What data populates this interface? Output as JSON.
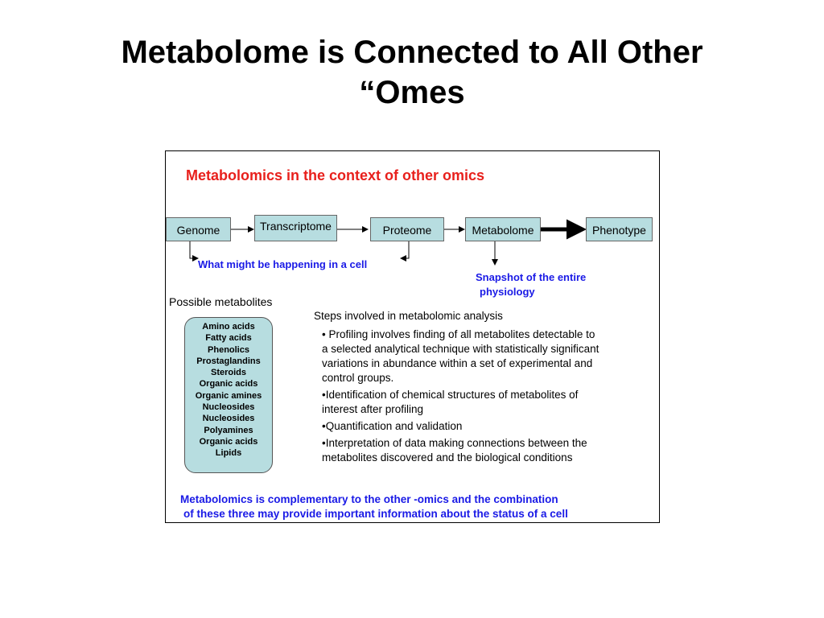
{
  "slide": {
    "title_line1": "Metabolome is Connected to All Other",
    "title_line2": "“Omes"
  },
  "figure": {
    "title": "Metabolomics in the context of other omics",
    "flow": [
      "Genome",
      "Transcriptome",
      "Proteome",
      "Metabolome",
      "Phenotype"
    ],
    "note_cell": "What might be happening in a cell",
    "note_snapshot_line1": "Snapshot of the entire",
    "note_snapshot_line2": "physiology",
    "metabolites_label": "Possible metabolites",
    "metabolites": [
      "Amino acids",
      "Fatty acids",
      "Phenolics",
      "Prostaglandins",
      "Steroids",
      "Organic acids",
      "Organic amines",
      "Nucleosides",
      "Nucleosides",
      "Polyamines",
      "Organic acids",
      "Lipids"
    ],
    "steps_heading": "Steps involved in metabolomic analysis",
    "steps": [
      "• Profiling involves finding of all metabolites detectable to a selected analytical technique with statistically significant variations in abundance within a set of experimental and control groups.",
      "•Identification of chemical structures of metabolites of interest after profiling",
      "•Quantification and validation",
      "•Interpretation of data making connections between the metabolites discovered and the biological conditions"
    ],
    "bottom_line1": "Metabolomics is complementary to the other -omics and the combination",
    "bottom_line2": "of these three may provide important information about the status of a cell"
  }
}
